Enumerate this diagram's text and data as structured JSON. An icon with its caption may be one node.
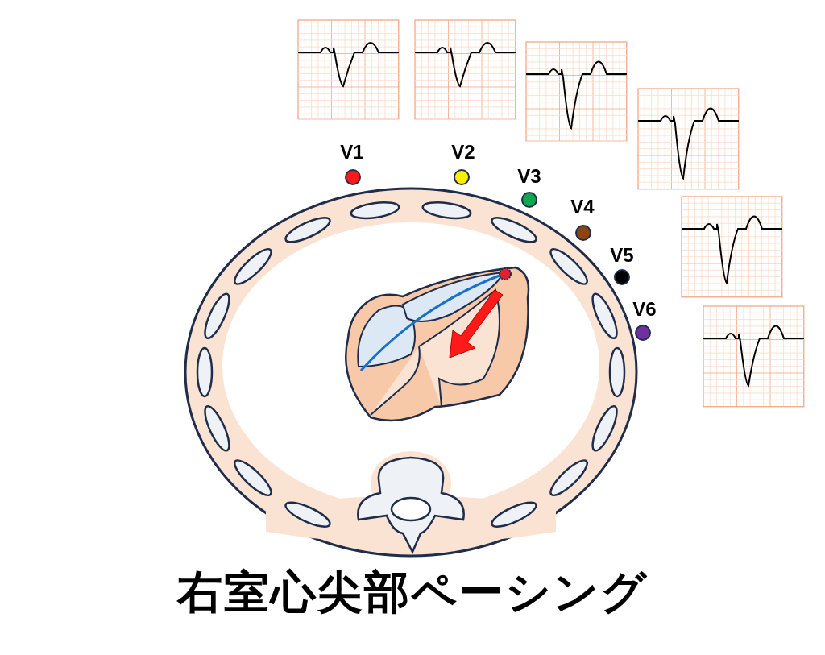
{
  "diagram": {
    "title": "右室心尖部ペーシング",
    "labels": [
      "V1",
      "V2",
      "V3",
      "V4",
      "V5",
      "V6"
    ]
  }
}
